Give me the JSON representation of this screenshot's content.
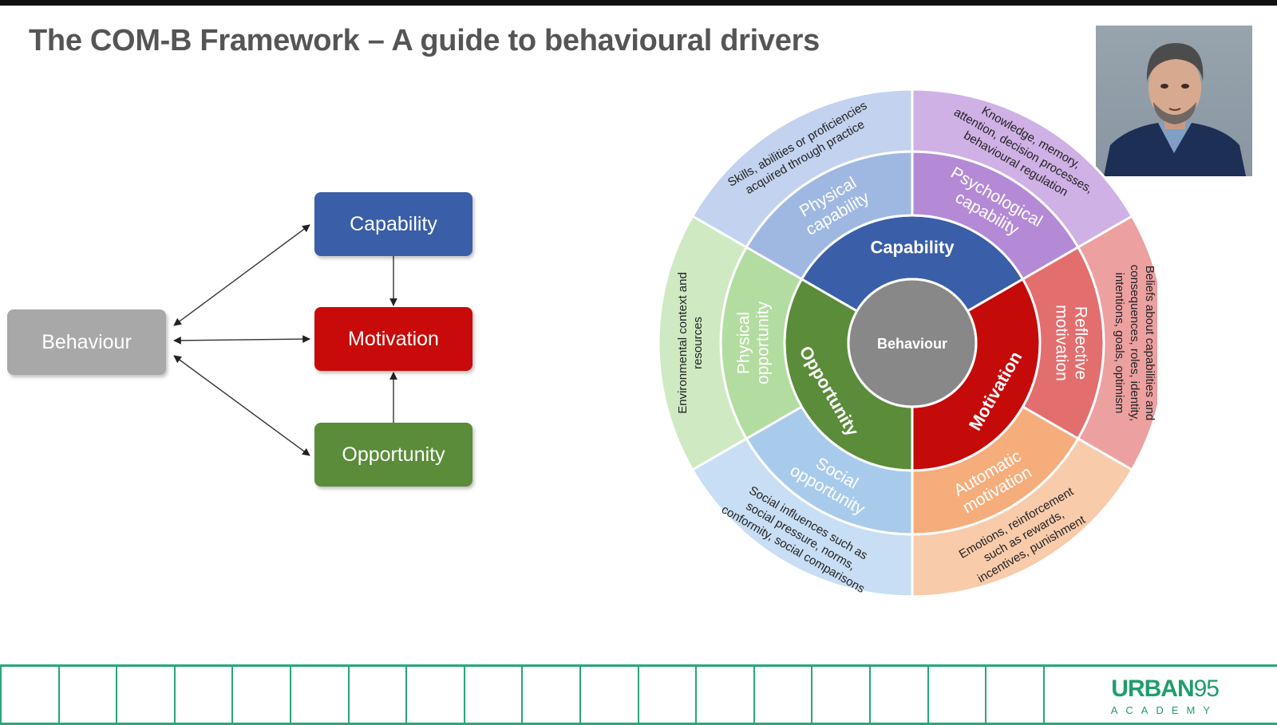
{
  "slide": {
    "title": "The COM-B Framework – A guide to behavioural drivers"
  },
  "flow_diagram": {
    "nodes": {
      "behaviour": "Behaviour",
      "capability": "Capability",
      "motivation": "Motivation",
      "opportunity": "Opportunity"
    },
    "colors": {
      "behaviour": "#a8a8a8",
      "capability": "#3a5ea7",
      "motivation": "#c90a0a",
      "opportunity": "#5a8c39"
    }
  },
  "wheel": {
    "center": "Behaviour",
    "inner": {
      "capability": "Capability",
      "motivation": "Motivation",
      "opportunity": "Opportunity"
    },
    "middle": {
      "physical_capability": [
        "Physical",
        "capability"
      ],
      "psychological_capability": [
        "Psychological",
        "capability"
      ],
      "reflective_motivation": [
        "Reflective",
        "motivation"
      ],
      "automatic_motivation": [
        "Automatic",
        "motivation"
      ],
      "social_opportunity": [
        "Social",
        "opportunity"
      ],
      "physical_opportunity": [
        "Physical",
        "opportunity"
      ]
    },
    "outer": {
      "physical_capability": [
        "Skills, abilities or proficiencies",
        "acquired through practice"
      ],
      "psychological_capability": [
        "Knowledge, memory,",
        "attention, decision processes,",
        "behavioural regulation"
      ],
      "reflective_motivation": [
        "Beliefs about capabilities and",
        "consequences, roles, identity,",
        "intentions, goals, optimism"
      ],
      "automatic_motivation": [
        "Emotions, reinforcement",
        "such as rewards,",
        "incentives, punishment"
      ],
      "social_opportunity": [
        "Social influences such as",
        "social pressure, norms,",
        "conformity, social comparisons"
      ],
      "physical_opportunity": [
        "Environmental context and",
        "resources"
      ]
    },
    "colors": {
      "center": "#888888",
      "capability_inner": "#3a5ea7",
      "motivation_inner": "#c50a0a",
      "opportunity_inner": "#5a8c39",
      "physical_capability_mid": "#9fb8e2",
      "psychological_capability_mid": "#b48ad6",
      "reflective_motivation_mid": "#e36e6e",
      "automatic_motivation_mid": "#f5ad7c",
      "social_opportunity_mid": "#a8cbec",
      "physical_opportunity_mid": "#b3dca0",
      "physical_capability_out": "#c3d2ee",
      "psychological_capability_out": "#cfb1e6",
      "reflective_motivation_out": "#eda0a0",
      "automatic_motivation_out": "#f8cbab",
      "social_opportunity_out": "#c8def4",
      "physical_opportunity_out": "#cfe9c3"
    }
  },
  "presenter_video": {
    "icon": "presenter-video-icon"
  },
  "footer": {
    "logo_main": "URBAN",
    "logo_number": "95",
    "logo_sub": "ACADEMY",
    "accent": "#27a67a"
  }
}
